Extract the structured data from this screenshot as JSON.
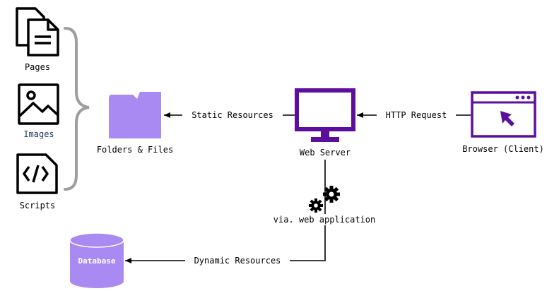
{
  "labels": {
    "pages": "Pages",
    "images": "Images",
    "scripts": "Scripts",
    "folders": "Folders & Files",
    "web_server": "Web Server",
    "browser": "Browser (Client)",
    "database": "Database"
  },
  "edges": {
    "static": "Static Resources",
    "http": "HTTP Request",
    "via_app": "via. web application",
    "dynamic": "Dynamic Resources"
  },
  "colors": {
    "purple_dark": "#5c0f9c",
    "purple_light": "#a98af2",
    "brace_gray": "#9e9e9e",
    "black": "#000000"
  },
  "icons": {
    "pages": "documents-icon",
    "images": "image-icon",
    "scripts": "code-file-icon",
    "folder": "folder-icon",
    "server": "monitor-icon",
    "browser": "browser-window-icon",
    "gears": "gears-icon",
    "database": "database-icon"
  }
}
